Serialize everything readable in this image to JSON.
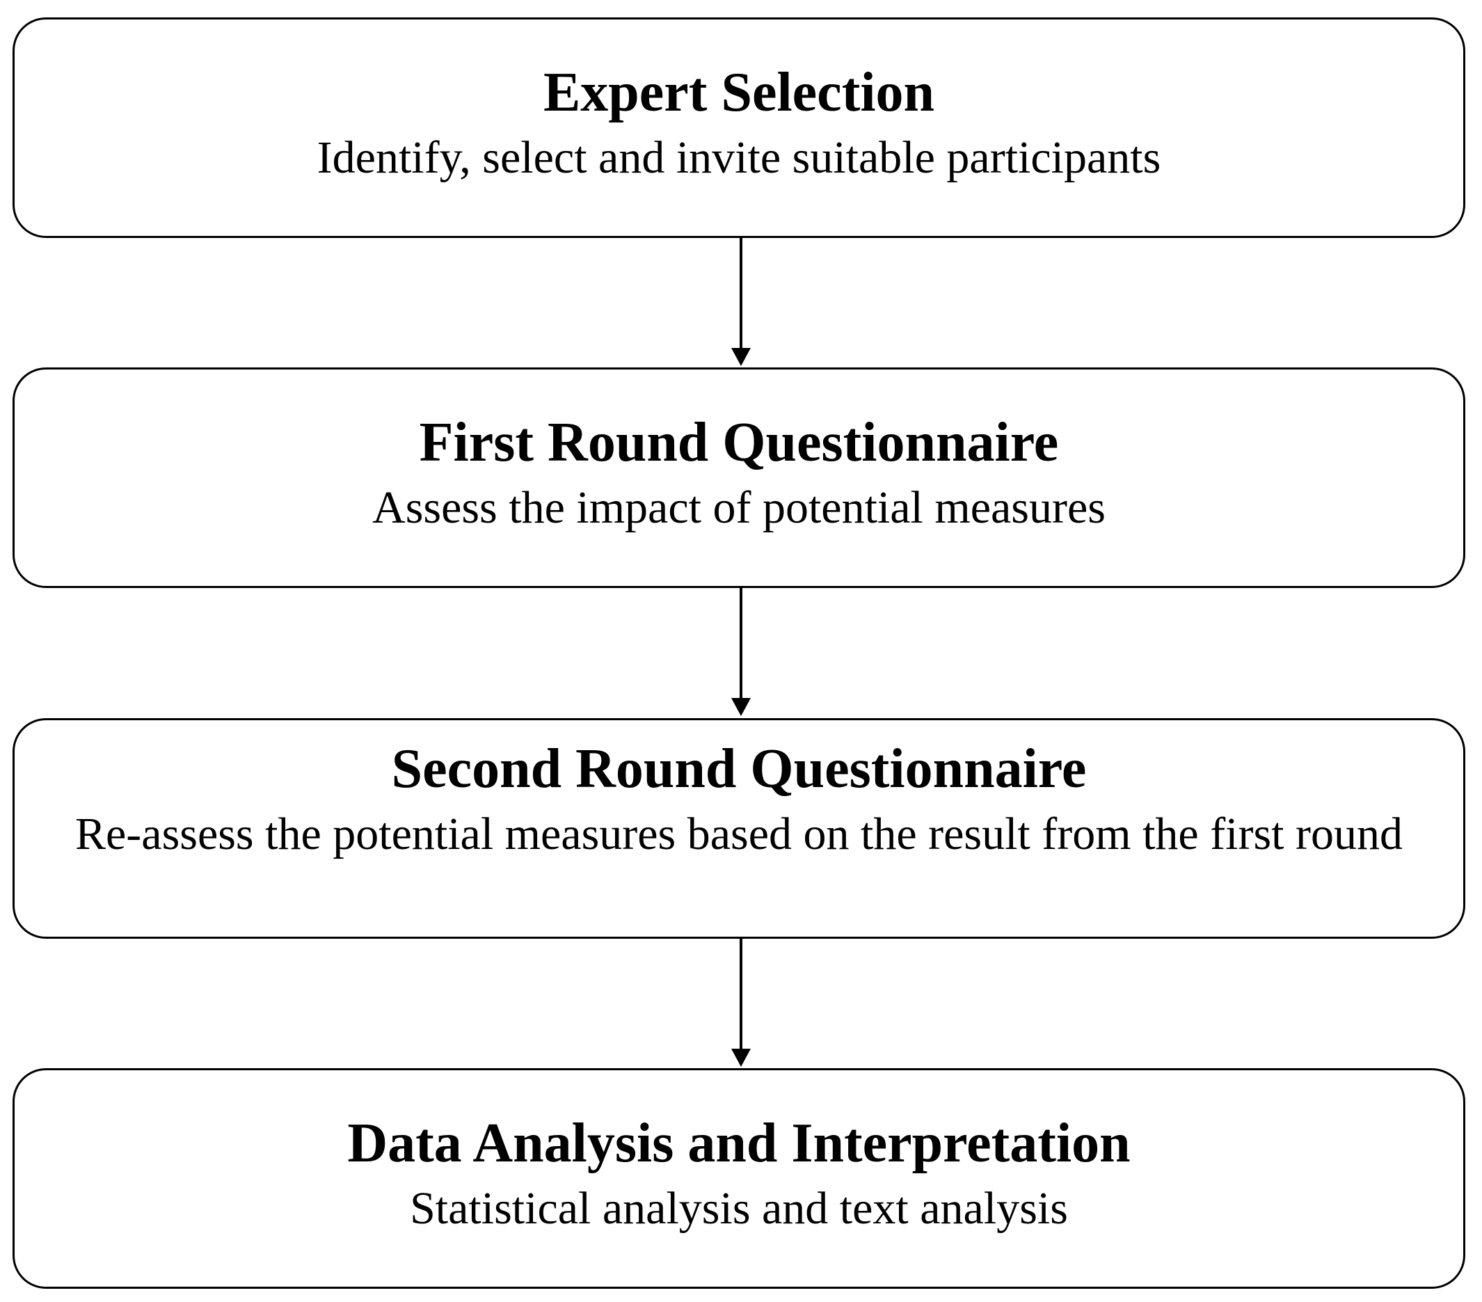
{
  "steps": [
    {
      "title": "Expert Selection",
      "description": "Identify, select and invite suitable participants"
    },
    {
      "title": "First Round Questionnaire",
      "description": "Assess the impact of potential measures"
    },
    {
      "title": "Second Round Questionnaire",
      "description": "Re-assess the potential measures based on the result from the first round"
    },
    {
      "title": "Data Analysis and Interpretation",
      "description": "Statistical analysis and text analysis"
    }
  ],
  "colors": {
    "stroke": "#000000",
    "background": "#ffffff"
  }
}
